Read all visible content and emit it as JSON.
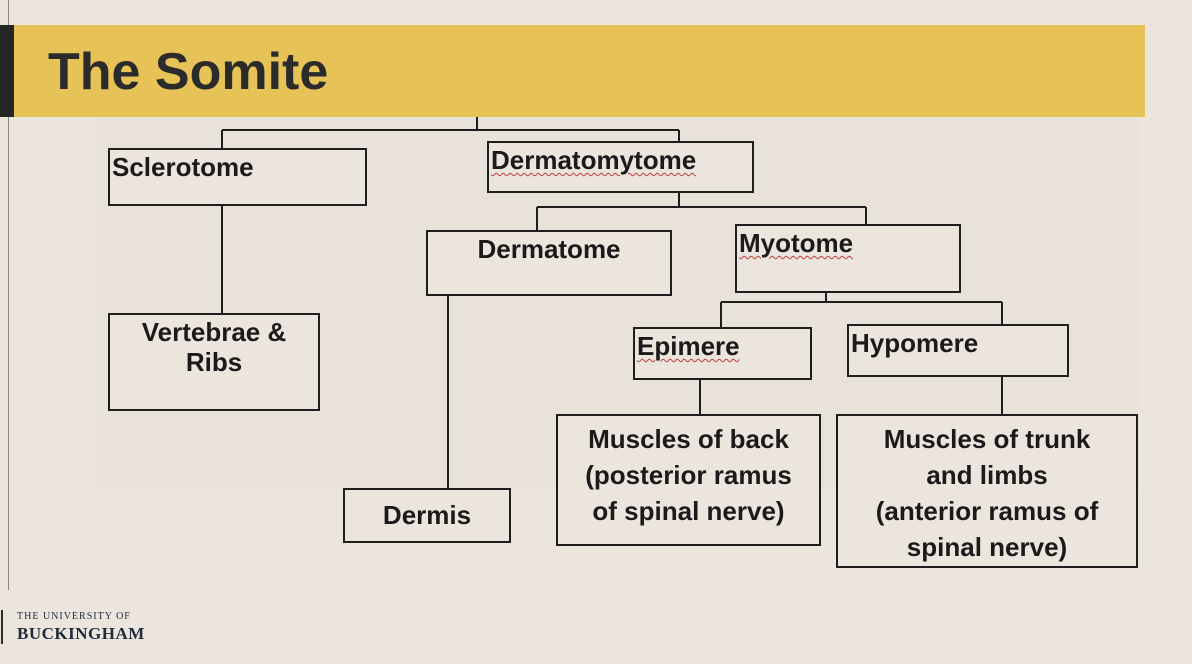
{
  "slide": {
    "title": "The Somite"
  },
  "nodes": {
    "sclerotome": "Sclerotome",
    "dermatomytome": "Dermatomytome",
    "dermatome": "Dermatome",
    "myotome": "Myotome",
    "vertebrae_ribs": [
      "Vertebrae &",
      "Ribs"
    ],
    "dermis": "Dermis",
    "epimere": "Epimere",
    "hypomere": "Hypomere",
    "muscles_back": [
      "Muscles of back",
      "(posterior ramus",
      "of spinal nerve)"
    ],
    "muscles_trunk": [
      "Muscles of trunk",
      "and limbs",
      "(anterior ramus of",
      "spinal nerve)"
    ]
  },
  "logo": {
    "line1": "THE UNIVERSITY OF",
    "line2": "BUCKINGHAM"
  },
  "colors": {
    "title_bar": "#e6c257",
    "background": "#ebe5de",
    "border": "#1e1e1e",
    "spellcheck": "#c23b3b"
  }
}
